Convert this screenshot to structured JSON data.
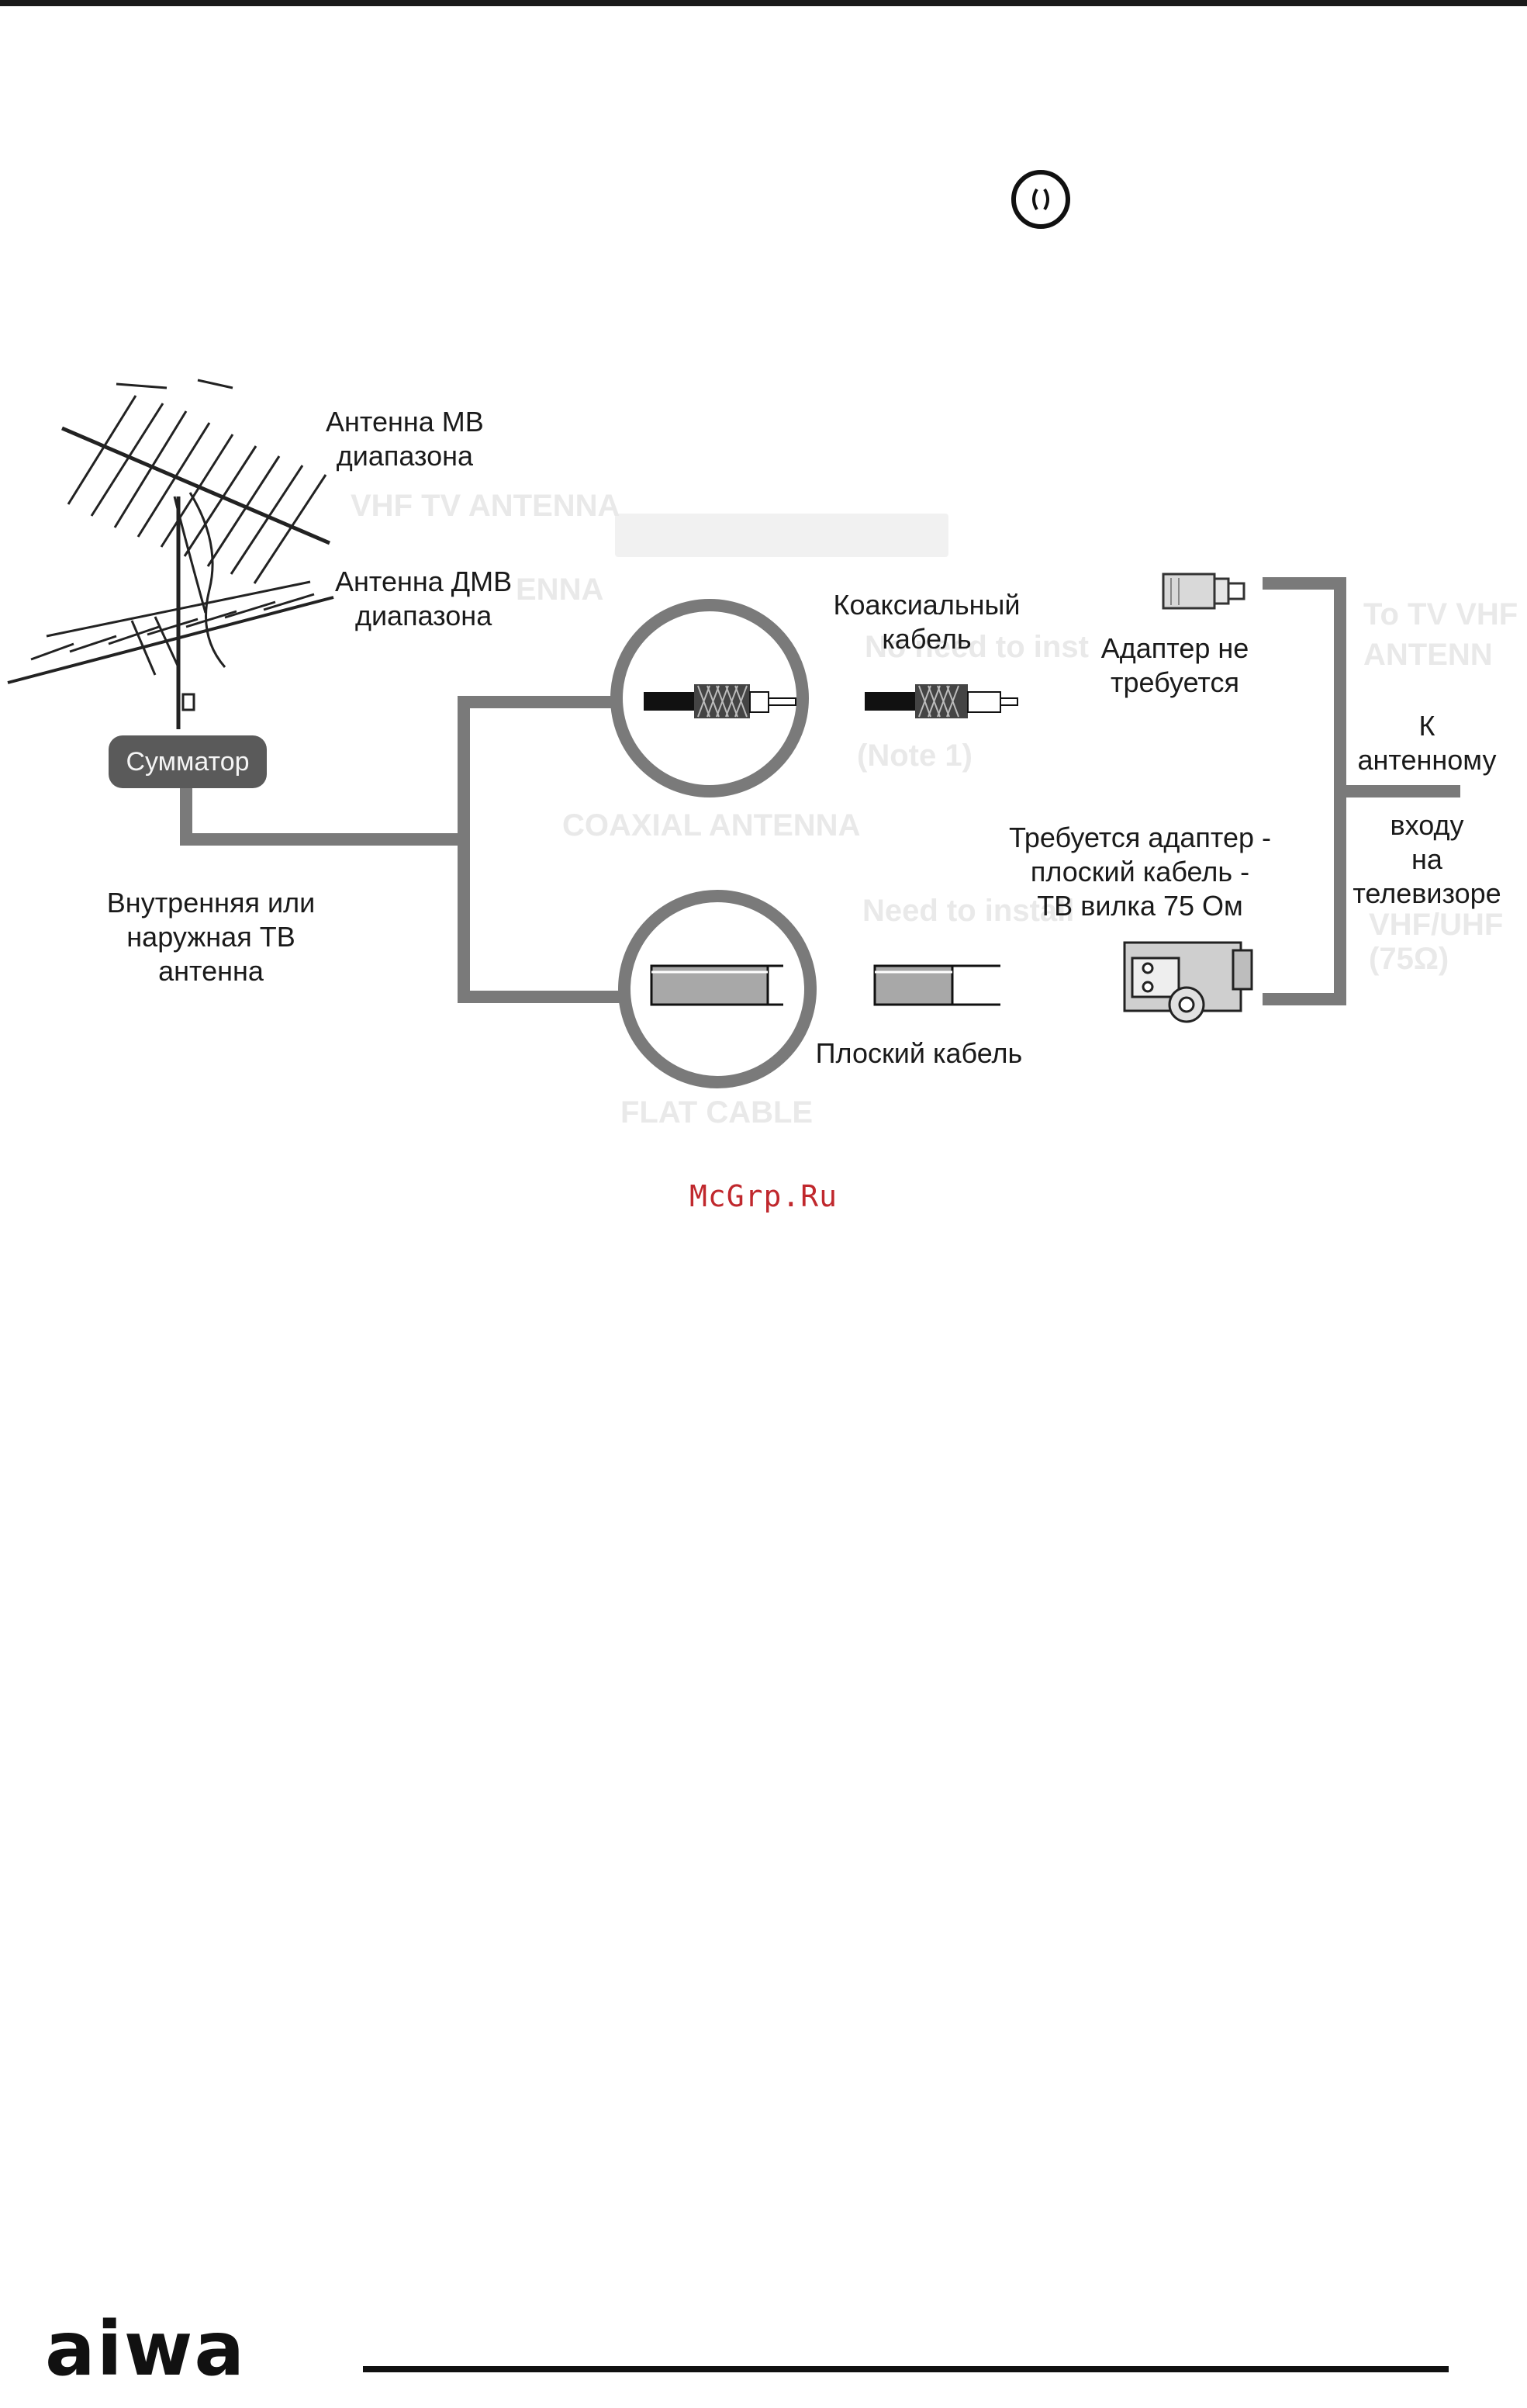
{
  "labels": {
    "vhf_antenna": [
      "Антенна МВ",
      "диапазона"
    ],
    "uhf_antenna": [
      "Антенна ДМВ",
      "диапазона"
    ],
    "combiner": "Сумматор",
    "indoor_outdoor": [
      "Внутренняя или",
      "наружная ТВ",
      "антенна"
    ],
    "coaxial_cable": [
      "Коаксиальный",
      "кабель"
    ],
    "no_adapter": [
      "Адаптер не",
      "требуется"
    ],
    "adapter_needed": [
      "Требуется адаптер -",
      "плоский кабель -",
      "ТВ вилка 75 Ом"
    ],
    "flat_cable": "Плоский кабель",
    "to_tv_input": [
      "К",
      "антенному",
      "входу",
      "на",
      "телевизоре"
    ]
  },
  "ghost_text": {
    "vhf": "VHF TV ANTENNA",
    "uhf": "ENNA",
    "coaxial": "COAXIAL ANTENNA",
    "need1": "No need to inst",
    "note": "(Note 1)",
    "need2": "Need to install",
    "flat": "FLAT CABLE",
    "to_tv": [
      "To TV VHF",
      "ANTENN"
    ],
    "vhfuhf": [
      "VHF/UHF",
      "(75Ω)"
    ]
  },
  "watermark": "McGrp.Ru",
  "brand_logo": "aiwa",
  "colors": {
    "wire": "#7a7a7a",
    "combiner_bg": "#5a5a5a",
    "watermark": "#c0282d",
    "ghost": "#e9e9e9"
  },
  "icons": {
    "top_symbol": "circle-bracket-icon",
    "adapter_plug": "coax-plug-icon",
    "adapter_flat": "flat-to-coax-adapter-icon"
  }
}
